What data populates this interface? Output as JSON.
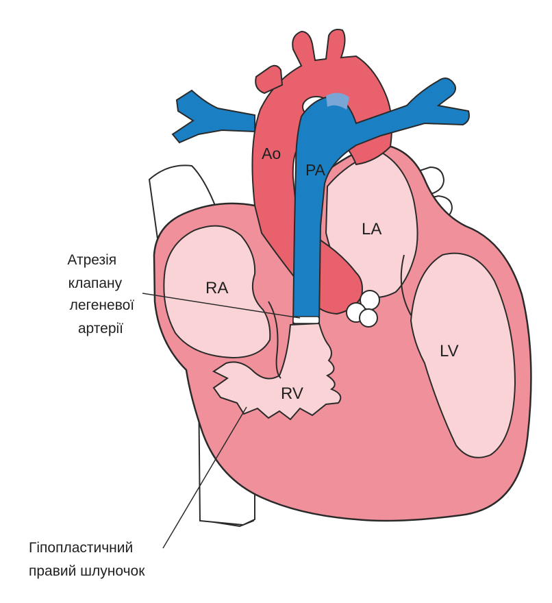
{
  "labels": {
    "ao": "Ao",
    "pa": "PA",
    "la": "LA",
    "ra": "RA",
    "rv": "RV",
    "lv": "LV"
  },
  "callouts": {
    "valve_atresia": [
      "Атрезія",
      "клапану",
      "легеневої",
      "артерії"
    ],
    "hypoplastic_rv": [
      "Гіпопластичний",
      "правий шлуночок"
    ]
  },
  "colors": {
    "heart_wall": "#f0909a",
    "chamber_fill": "#f9d3d6",
    "aorta": "#e8616d",
    "pulmonary_artery": "#1b7fc4",
    "outline": "#2a2a2a",
    "vena_cava": "#ffffff"
  }
}
